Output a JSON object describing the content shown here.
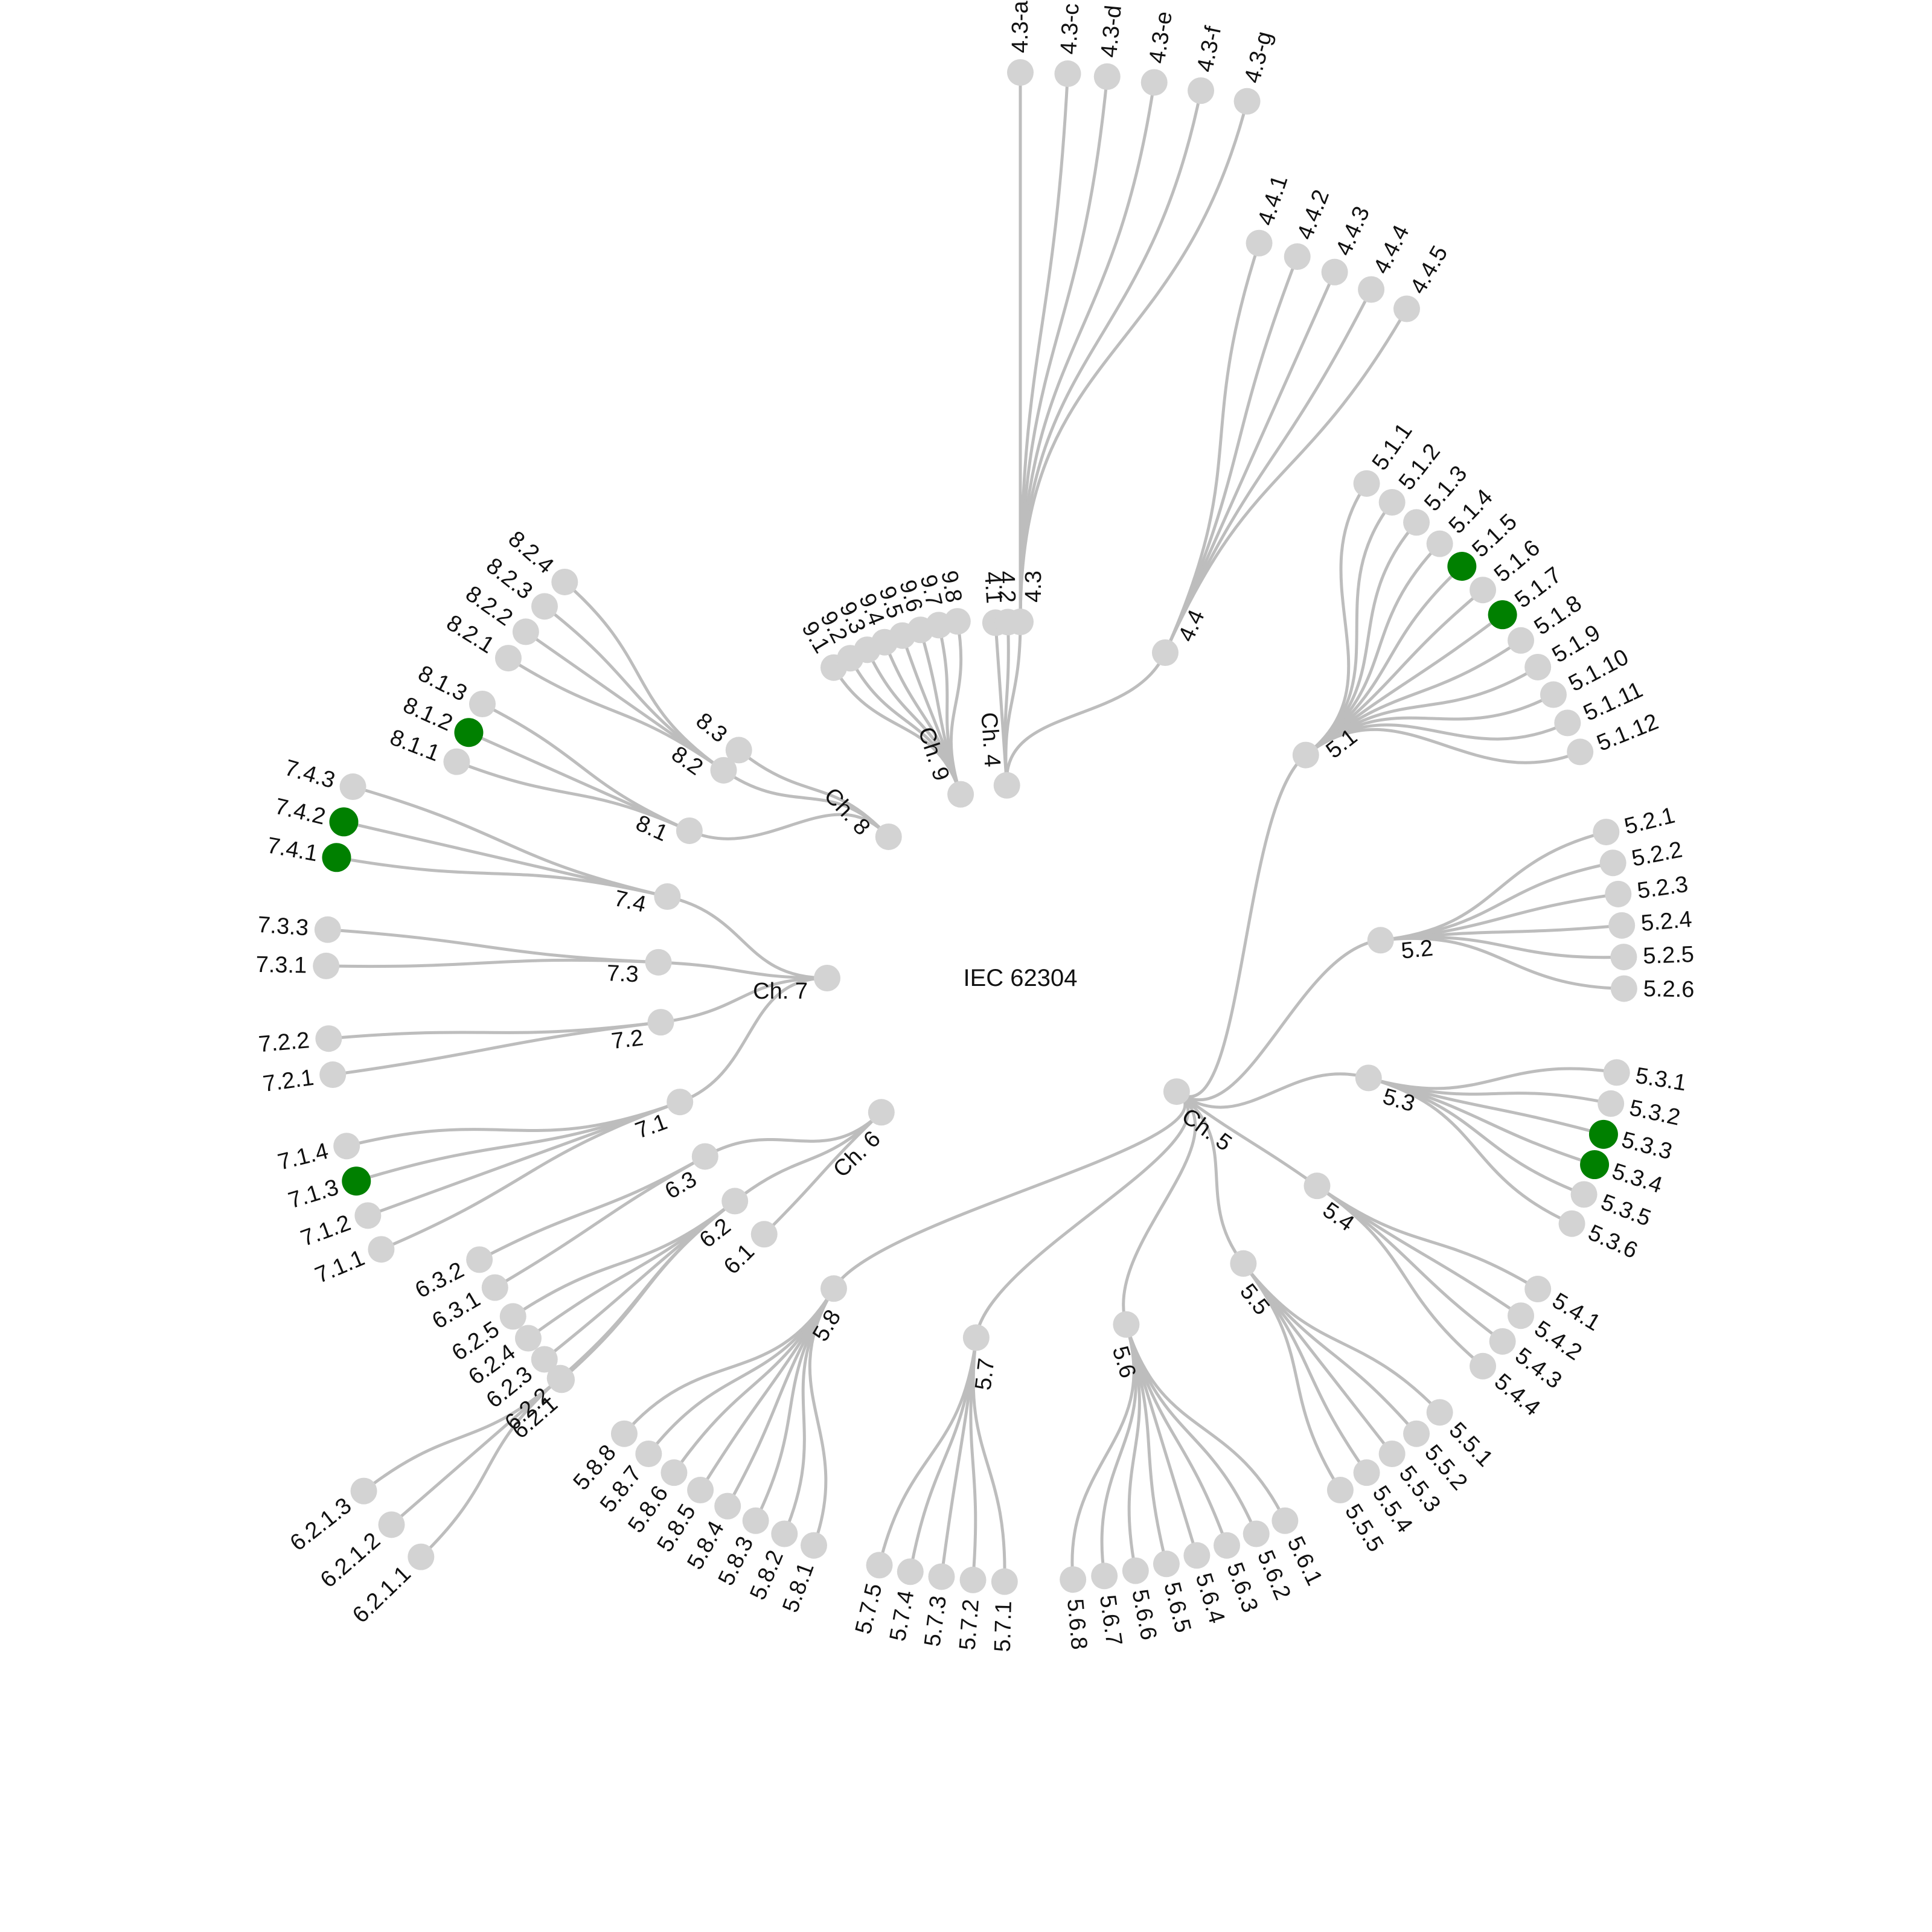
{
  "title": "IEC 62304",
  "colors": {
    "node": "#d3d3d3",
    "highlight": "#008000",
    "link": "#bdbdbd",
    "text": "#111111"
  },
  "tree": {
    "name": "IEC 62304",
    "children": [
      {
        "name": "Ch. 4",
        "children": [
          {
            "name": "4.1"
          },
          {
            "name": "4.2"
          },
          {
            "name": "4.3",
            "children": [
              {
                "name": "4.3-a"
              },
              {
                "name": "4.3-c"
              },
              {
                "name": "4.3-d"
              },
              {
                "name": "4.3-e"
              },
              {
                "name": "4.3-f"
              },
              {
                "name": "4.3-g"
              }
            ]
          },
          {
            "name": "4.4",
            "children": [
              {
                "name": "4.4.1"
              },
              {
                "name": "4.4.2"
              },
              {
                "name": "4.4.3"
              },
              {
                "name": "4.4.4"
              },
              {
                "name": "4.4.5"
              }
            ]
          }
        ]
      },
      {
        "name": "Ch. 5",
        "children": [
          {
            "name": "5.1",
            "children": [
              {
                "name": "5.1.1"
              },
              {
                "name": "5.1.2"
              },
              {
                "name": "5.1.3"
              },
              {
                "name": "5.1.4"
              },
              {
                "name": "5.1.5",
                "highlight": true
              },
              {
                "name": "5.1.6"
              },
              {
                "name": "5.1.7",
                "highlight": true
              },
              {
                "name": "5.1.8"
              },
              {
                "name": "5.1.9"
              },
              {
                "name": "5.1.10"
              },
              {
                "name": "5.1.11"
              },
              {
                "name": "5.1.12"
              }
            ]
          },
          {
            "name": "5.2",
            "children": [
              {
                "name": "5.2.1"
              },
              {
                "name": "5.2.2"
              },
              {
                "name": "5.2.3"
              },
              {
                "name": "5.2.4"
              },
              {
                "name": "5.2.5"
              },
              {
                "name": "5.2.6"
              }
            ]
          },
          {
            "name": "5.3",
            "children": [
              {
                "name": "5.3.1"
              },
              {
                "name": "5.3.2"
              },
              {
                "name": "5.3.3",
                "highlight": true
              },
              {
                "name": "5.3.4",
                "highlight": true
              },
              {
                "name": "5.3.5"
              },
              {
                "name": "5.3.6"
              }
            ]
          },
          {
            "name": "5.4",
            "children": [
              {
                "name": "5.4.1"
              },
              {
                "name": "5.4.2"
              },
              {
                "name": "5.4.3"
              },
              {
                "name": "5.4.4"
              }
            ]
          },
          {
            "name": "5.5",
            "children": [
              {
                "name": "5.5.1"
              },
              {
                "name": "5.5.2"
              },
              {
                "name": "5.5.3"
              },
              {
                "name": "5.5.4"
              },
              {
                "name": "5.5.5"
              }
            ]
          },
          {
            "name": "5.6",
            "children": [
              {
                "name": "5.6.1"
              },
              {
                "name": "5.6.2"
              },
              {
                "name": "5.6.3"
              },
              {
                "name": "5.6.4"
              },
              {
                "name": "5.6.5"
              },
              {
                "name": "5.6.6"
              },
              {
                "name": "5.6.7"
              },
              {
                "name": "5.6.8"
              }
            ]
          },
          {
            "name": "5.7",
            "children": [
              {
                "name": "5.7.1"
              },
              {
                "name": "5.7.2"
              },
              {
                "name": "5.7.3"
              },
              {
                "name": "5.7.4"
              },
              {
                "name": "5.7.5"
              }
            ]
          },
          {
            "name": "5.8",
            "children": [
              {
                "name": "5.8.1"
              },
              {
                "name": "5.8.2"
              },
              {
                "name": "5.8.3"
              },
              {
                "name": "5.8.4"
              },
              {
                "name": "5.8.5"
              },
              {
                "name": "5.8.6"
              },
              {
                "name": "5.8.7"
              },
              {
                "name": "5.8.8"
              }
            ]
          }
        ]
      },
      {
        "name": "Ch. 6",
        "children": [
          {
            "name": "6.1"
          },
          {
            "name": "6.2",
            "children": [
              {
                "name": "6.2.1",
                "children": [
                  {
                    "name": "6.2.1.1"
                  },
                  {
                    "name": "6.2.1.2"
                  },
                  {
                    "name": "6.2.1.3"
                  }
                ]
              },
              {
                "name": "6.2.2"
              },
              {
                "name": "6.2.3"
              },
              {
                "name": "6.2.4"
              },
              {
                "name": "6.2.5"
              }
            ]
          },
          {
            "name": "6.3",
            "children": [
              {
                "name": "6.3.1"
              },
              {
                "name": "6.3.2"
              }
            ]
          }
        ]
      },
      {
        "name": "Ch. 7",
        "children": [
          {
            "name": "7.1",
            "children": [
              {
                "name": "7.1.1"
              },
              {
                "name": "7.1.2"
              },
              {
                "name": "7.1.3",
                "highlight": true
              },
              {
                "name": "7.1.4"
              }
            ]
          },
          {
            "name": "7.2",
            "children": [
              {
                "name": "7.2.1"
              },
              {
                "name": "7.2.2"
              }
            ]
          },
          {
            "name": "7.3",
            "children": [
              {
                "name": "7.3.1"
              },
              {
                "name": "7.3.3"
              }
            ]
          },
          {
            "name": "7.4",
            "children": [
              {
                "name": "7.4.1",
                "highlight": true
              },
              {
                "name": "7.4.2",
                "highlight": true
              },
              {
                "name": "7.4.3"
              }
            ]
          }
        ]
      },
      {
        "name": "Ch. 8",
        "children": [
          {
            "name": "8.1",
            "children": [
              {
                "name": "8.1.1"
              },
              {
                "name": "8.1.2",
                "highlight": true
              },
              {
                "name": "8.1.3"
              }
            ]
          },
          {
            "name": "8.2",
            "children": [
              {
                "name": "8.2.1"
              },
              {
                "name": "8.2.2"
              },
              {
                "name": "8.2.3"
              },
              {
                "name": "8.2.4"
              }
            ]
          },
          {
            "name": "8.3"
          }
        ]
      },
      {
        "name": "Ch. 9",
        "children": [
          {
            "name": "9.1"
          },
          {
            "name": "9.2"
          },
          {
            "name": "9.3"
          },
          {
            "name": "9.4"
          },
          {
            "name": "9.5"
          },
          {
            "name": "9.6"
          },
          {
            "name": "9.7"
          },
          {
            "name": "9.8"
          }
        ]
      }
    ]
  }
}
